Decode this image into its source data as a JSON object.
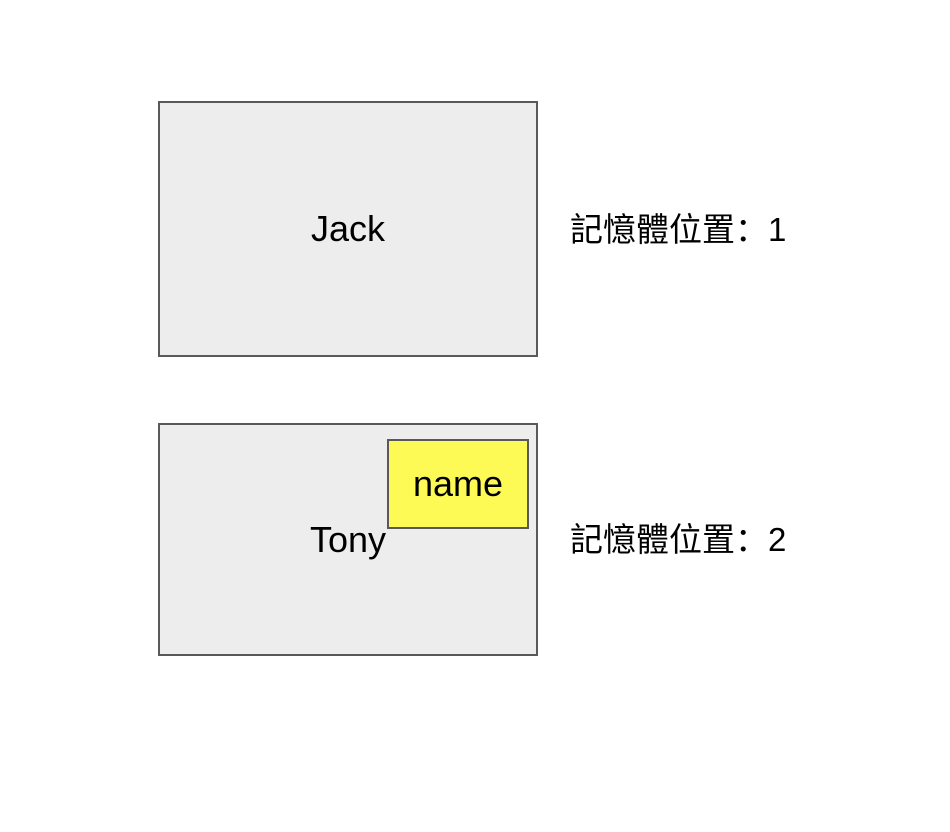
{
  "diagram": {
    "slots": [
      {
        "value": "Jack",
        "location_label": "記憶體位置：1"
      },
      {
        "value": "Tony",
        "location_label": "記憶體位置：2",
        "tag_label": "name"
      }
    ]
  },
  "colors": {
    "background": "#ffffff",
    "box_fill": "#ededed",
    "box_border": "#595959",
    "tag_fill": "#fdfa55",
    "tag_border": "#595959",
    "text": "#000000"
  }
}
